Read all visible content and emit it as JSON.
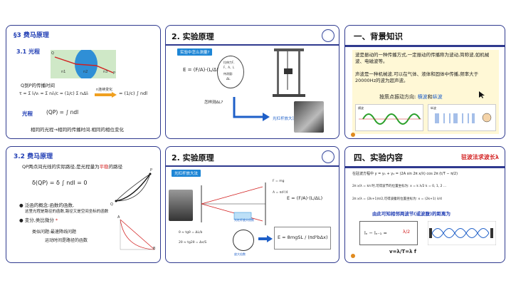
{
  "slides": {
    "s1": {
      "section": "§3  费马原理",
      "subsection": "3.1 光程",
      "labels": {
        "Q": "Q",
        "P": "P",
        "n1": "n1",
        "n2": "n2",
        "n3": "n3"
      },
      "line1": "Q到P的传播时间",
      "formula_tau": "τ = Σ lᵢ/vᵢ = Σ nᵢlᵢ/c = (1/c) Σ nᵢΔlᵢ",
      "arrow_label": "n连续变化",
      "formula_int": "= (1/c) ∫ ndl",
      "label_optical": "光程",
      "formula_qp": "(QP) = ∫ ndl",
      "line_bottom": "相同的光程→相同的传播时间.相同的相位变化"
    },
    "s2": {
      "title": "2. 实验原理",
      "tag": "实验中怎么测量?",
      "formula": "E = (F/A)·(L/ΔL)",
      "bubble": [
        "拉伸力F,",
        "F、A、L",
        "待测量:",
        "ΔL"
      ],
      "question": "怎样测ΔL?",
      "result": "光杠杆放大法"
    },
    "s3": {
      "title": "一、背景知识",
      "para1": "波是振动的一种传播方式,一定振动的传播称为波动,简称波,如机械波、电磁波等。",
      "para2": "声波是一种机械波,可以在气体、液体和固体中传播,频率大于20000Hz的波为超声波。",
      "direction_text": "按质点振动方向: ",
      "dir_a": "横波",
      "dir_and": "和",
      "dir_b": "纵波",
      "img_a": "横波",
      "img_b": "纵波"
    },
    "s4": {
      "section": "3.2 费马原理",
      "line1": "QP两点间光线的实际路径,是光程量为",
      "line1_red": "平稳",
      "line1_end": "的路径",
      "formula": "δ(QP) = δ ∫ ndl = 0",
      "p_label": "P",
      "q_label": "Q",
      "bullet1": "泛函的概念:函数的函数,",
      "bullet1b": "这里光程是路径的函数,路径又是空间坐标的函数",
      "bullet2": "变分,类比微分",
      "similar1": "类似问题:最速降线问题",
      "similar2": "运动时间是路径的函数",
      "a_label": "A",
      "b_label": "B"
    },
    "s5": {
      "title": "2. 实验原理",
      "tag": "光杠杆放大法",
      "formula_e": "E = (F/A)·(L/ΔL)",
      "formula_final": "E = 8mgSL / (πd²bΔx)",
      "f_label": "F = mg",
      "a_label": "A = πd²/4",
      "eq1": "θ ≈ tgθ = ΔL/b",
      "eq2": "2θ ≈ tg2θ = Δx/S",
      "mid_label": "光杠杆放大倍数",
      "small_label": "放大倍数"
    },
    "s6": {
      "title": "四、实验内容",
      "title_red": "驻波法求波长λ",
      "line1": "在驻波方程中  y = y₁ + y₂ = (2A sin 2π x/λ) cos 2π (t/T − π/2)",
      "line2": "2π x/λ = kπ 时,可得波节的位置坐标为: x = k λ/2  k = 0, 1, 2 ...",
      "line3": "2π x/λ = (2k+1)π/2,可得波腹的位置坐标为: x = (2k+1) λ/4",
      "line4": "由此可知相邻两波节(或波腹)的距离为",
      "formula_l": "lₙ − lₙ₋₁ =",
      "formula_r": "λ/2",
      "footer": "v=λ/T=λ f"
    }
  },
  "colors": {
    "border": "#2f3a8f",
    "accent_blue": "#2340b5",
    "accent_red": "#d21f1f",
    "tag_blue": "#1e86d6"
  }
}
